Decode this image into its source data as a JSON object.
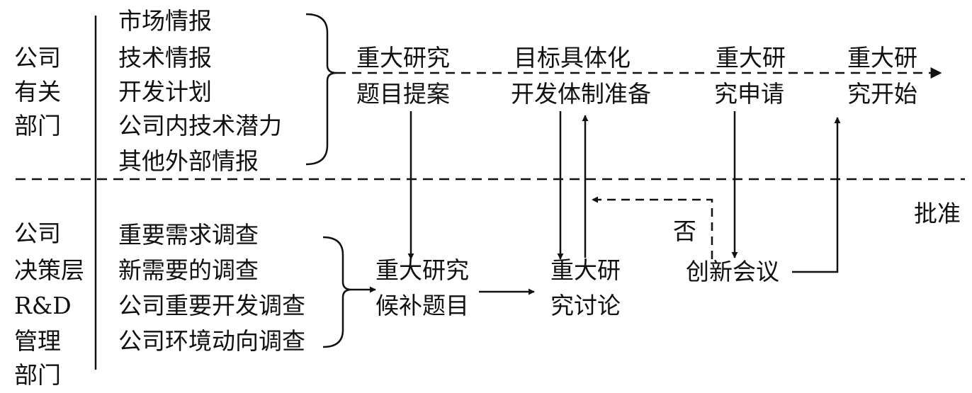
{
  "upper": {
    "department": [
      "公司",
      "有关",
      "部门"
    ],
    "sources": [
      "市场情报",
      "技术情报",
      "开发计划",
      "公司内技术潜力",
      "其他外部情报"
    ],
    "steps": [
      [
        "重大研究",
        "题目提案"
      ],
      [
        "目标具体化",
        "开发体制准备"
      ],
      [
        "重大研",
        "究申请"
      ],
      [
        "重大研",
        "究开始"
      ]
    ]
  },
  "lower": {
    "department": [
      "公司",
      "决策层",
      "R&D",
      "管理",
      "部门"
    ],
    "surveys": [
      "重要需求调查",
      "新需要的调查",
      "公司重要开发调查",
      "公司环境动向调查"
    ],
    "candidate": [
      "重大研究",
      "候补题目"
    ],
    "discussion": [
      "重大研",
      "究讨论"
    ],
    "innovation_meeting": "创新会议"
  },
  "labels": {
    "approve": "批准",
    "reject": "否"
  }
}
